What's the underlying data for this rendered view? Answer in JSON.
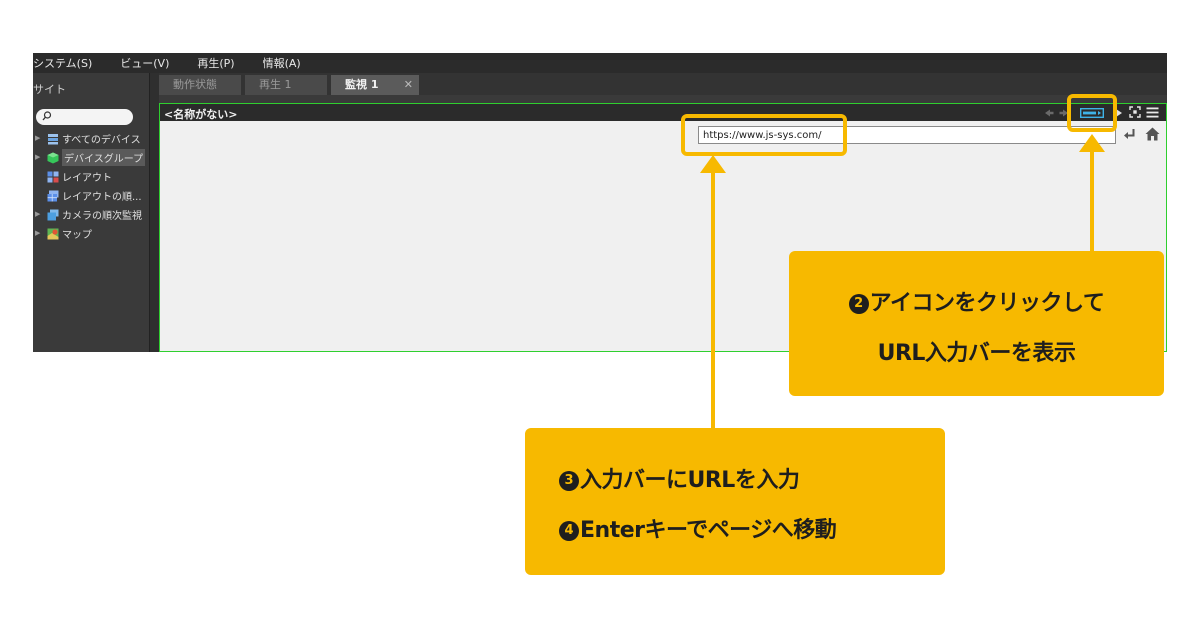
{
  "menubar": {
    "items": [
      "システム(S)",
      "ビュー(V)",
      "再生(P)",
      "情報(A)"
    ]
  },
  "sidebar": {
    "title": "サイト",
    "items": [
      {
        "label": "すべてのデバイス",
        "icon": "device-list-icon",
        "color": "#6aa3e0"
      },
      {
        "label": "デバイスグループ",
        "icon": "device-group-cube-icon",
        "color": "#36c75a"
      },
      {
        "label": "レイアウト",
        "icon": "layout-grid-icon",
        "color": "#5b8fe8"
      },
      {
        "label": "レイアウトの順...",
        "icon": "layout-sequence-icon",
        "color": "#5b8fe8"
      },
      {
        "label": "カメラの順次監視",
        "icon": "camera-sequence-icon",
        "color": "#4c9fe0"
      },
      {
        "label": "マップ",
        "icon": "map-icon",
        "color": "#e25535"
      }
    ]
  },
  "tabs": [
    {
      "label": "動作状態"
    },
    {
      "label": "再生 1"
    },
    {
      "label": "監視 1",
      "close": "✕"
    }
  ],
  "viewer": {
    "title": "<名称がない>",
    "url_value": "https://www.js-sys.com/"
  },
  "callouts": {
    "icon_callout": {
      "badge": "2",
      "line1": "アイコンをクリックして",
      "line2": "URL入力バーを表示"
    },
    "url_callout": {
      "badge1": "3",
      "line1": "入力バーにURLを入力",
      "badge2": "4",
      "line2": "Enterキーでページへ移動"
    }
  },
  "colors": {
    "accent": "#f7b900",
    "viewer_border": "#2fcf2f"
  }
}
